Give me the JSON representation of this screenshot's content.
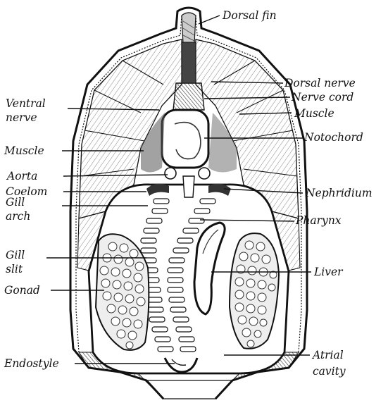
{
  "labels": {
    "dorsal_fin": "Dorsal fin",
    "dorsal_nerve": "Dorsal nerve",
    "nerve_cord": "Nerve cord",
    "muscle_right": "Muscle",
    "notochord": "Notochord",
    "nephridium": "Nephridium",
    "pharynx": "Pharynx",
    "liver": "Liver",
    "atrial_cavity_line1": "Atrial",
    "atrial_cavity_line2": "cavity",
    "ventral_nerve_line1": "Ventral",
    "ventral_nerve_line2": "nerve",
    "muscle_left": "Muscle",
    "aorta": "Aorta",
    "coelom": "Coelom",
    "gill_arch_line1": "Gill",
    "gill_arch_line2": "arch",
    "gill_slit_line1": "Gill",
    "gill_slit_line2": "slit",
    "gonad": "Gonad",
    "endostyle": "Endostyle"
  }
}
